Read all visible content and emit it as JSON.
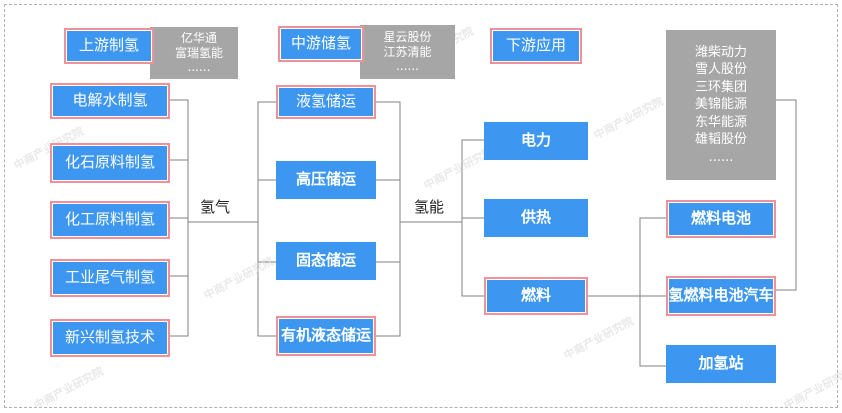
{
  "header": {
    "upstream": "上游制氢",
    "midstream": "中游储氢",
    "downstream": "下游应用"
  },
  "upstream_companies": [
    "亿华通",
    "富瑞氢能",
    "......"
  ],
  "midstream_companies": [
    "星云股份",
    "江苏清能",
    "......"
  ],
  "downstream_companies": [
    "潍柴动力",
    "雪人股份",
    "三环集团",
    "美锦能源",
    "东华能源",
    "雄韬股份",
    "......"
  ],
  "production": [
    "电解水制氢",
    "化石原料制氢",
    "化工原料制氢",
    "工业尾气制氢",
    "新兴制氢技术"
  ],
  "connector_labels": {
    "hydrogen_gas": "氢气",
    "hydrogen_energy": "氢能"
  },
  "storage": [
    "液氢储运",
    "高压储运",
    "固态储运",
    "有机液态储运"
  ],
  "applications": [
    "电力",
    "供热",
    "燃料"
  ],
  "fuel_uses": [
    "燃料电池",
    "氢燃料电池汽车",
    "加氢站"
  ],
  "watermark": "中商产业研究院",
  "colors": {
    "box": "#3d97f0",
    "box_border": "#f0909a",
    "gray": "#a6a6a6",
    "line": "#808080"
  },
  "icons": [
    "watermark-logo-icon"
  ]
}
